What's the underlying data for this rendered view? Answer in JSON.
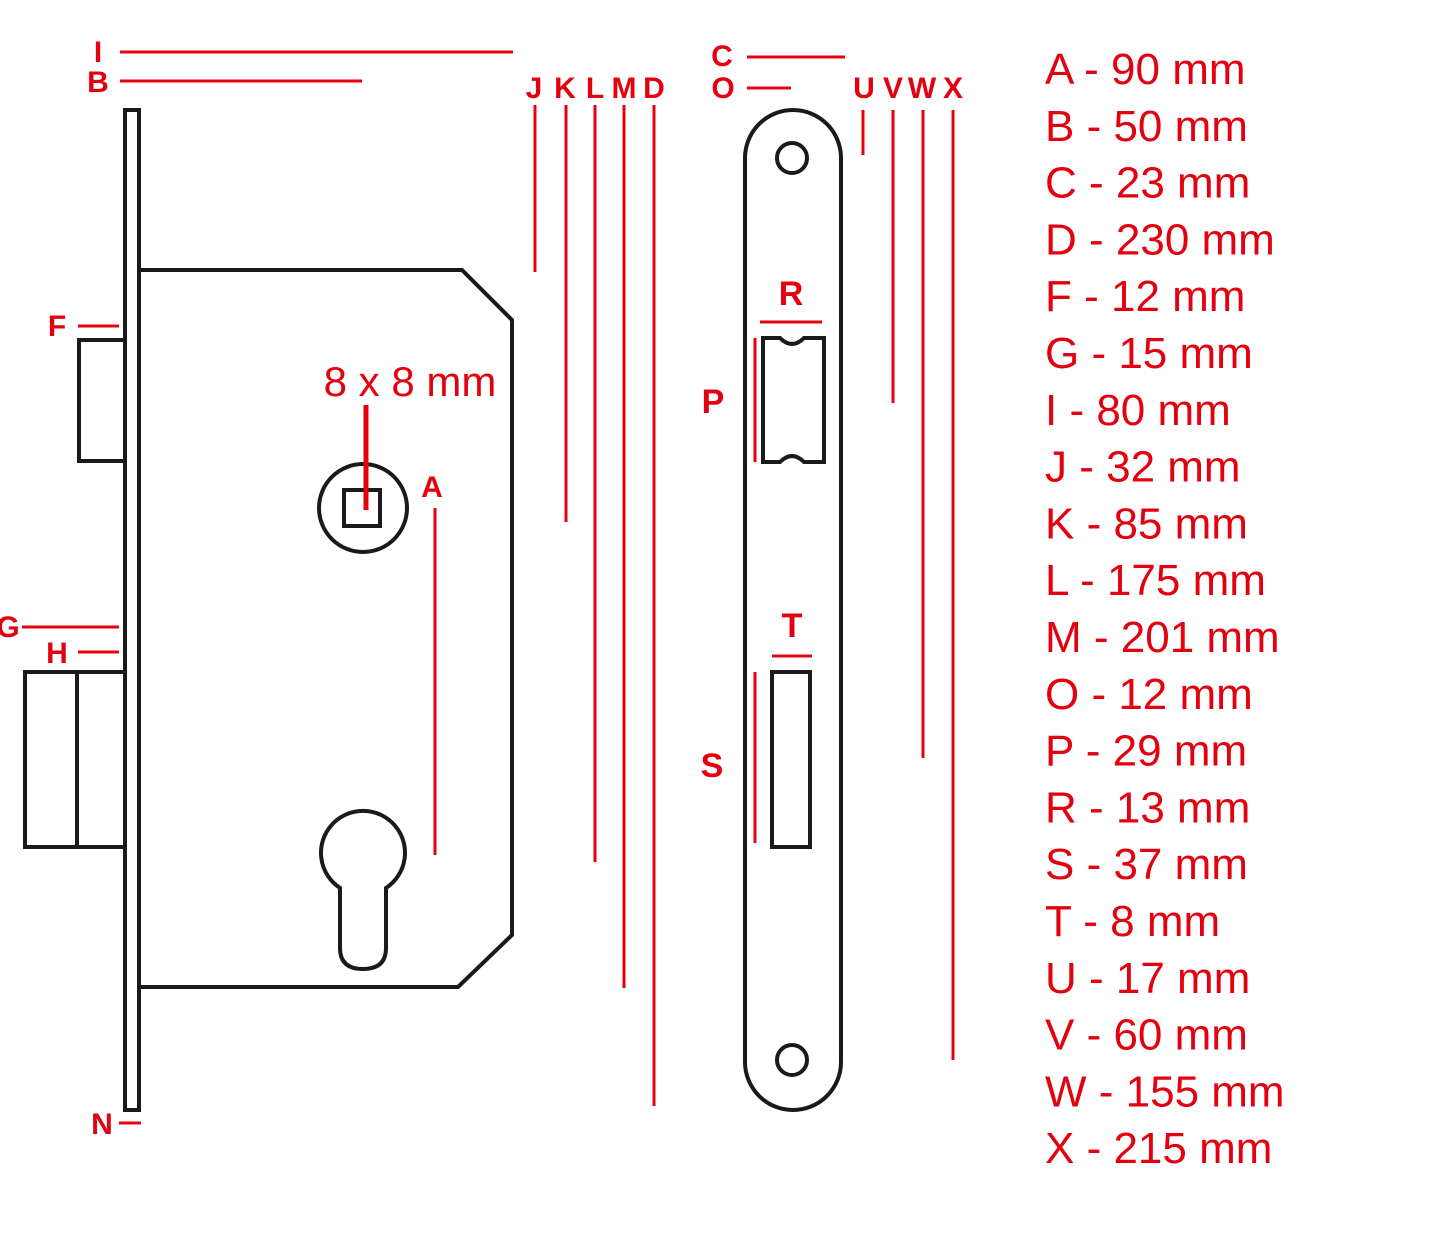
{
  "diagram": {
    "colors": {
      "accent": "#e3000f",
      "outline": "#1a1a1a",
      "background": "#ffffff"
    },
    "spindle_label": "8 x 8 mm",
    "labels": {
      "I": "I",
      "B": "B",
      "C": "C",
      "O": "O",
      "J": "J",
      "K": "K",
      "L": "L",
      "M": "M",
      "D": "D",
      "U": "U",
      "V": "V",
      "W": "W",
      "X": "X",
      "F": "F",
      "G": "G",
      "H": "H",
      "N": "N",
      "A": "A",
      "R": "R",
      "P": "P",
      "T": "T",
      "S": "S"
    },
    "specs": [
      "A - 90 mm",
      "B - 50 mm",
      "C - 23 mm",
      "D - 230 mm",
      "F - 12 mm",
      "G - 15 mm",
      "I - 80 mm",
      "J - 32 mm",
      "K - 85 mm",
      "L - 175 mm",
      "M - 201 mm",
      "O - 12 mm",
      "P - 29 mm",
      "R - 13 mm",
      "S - 37 mm",
      "T - 8 mm",
      "U - 17 mm",
      "V - 60 mm",
      "W - 155 mm",
      "X - 215 mm"
    ]
  }
}
